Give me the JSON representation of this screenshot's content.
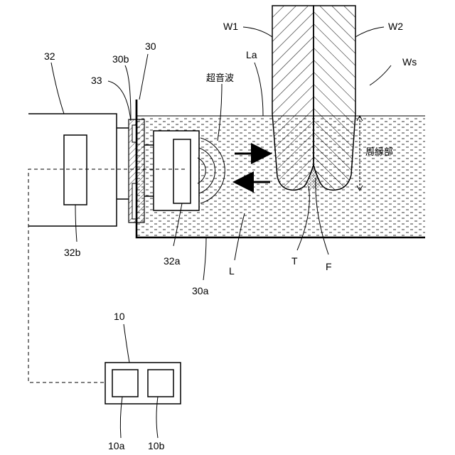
{
  "labels": {
    "w1": "W1",
    "w2": "W2",
    "ws": "Ws",
    "la": "La",
    "n30": "30",
    "n30b": "30b",
    "n33": "33",
    "n32": "32",
    "ultrasonic": "超音波",
    "peripheral": "周縁部",
    "n32a": "32a",
    "n32b": "32b",
    "t": "T",
    "f": "F",
    "l": "L",
    "n30a": "30a",
    "n10": "10",
    "n10a": "10a",
    "n10b": "10b"
  }
}
